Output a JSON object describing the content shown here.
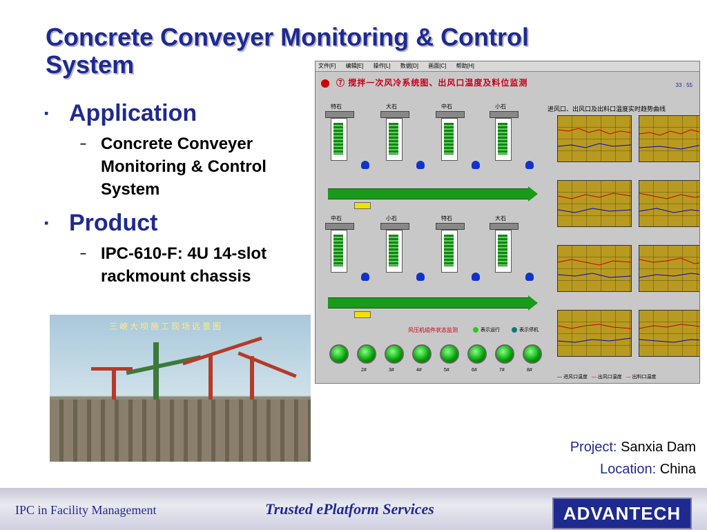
{
  "slide": {
    "title": "Concrete Conveyer Monitoring & Control System",
    "sections": [
      {
        "heading": "Application",
        "items": [
          "Concrete Conveyer Monitoring & Control System"
        ]
      },
      {
        "heading": "Product",
        "items": [
          "IPC-610-F: 4U 14-slot rackmount chassis"
        ]
      }
    ]
  },
  "scada": {
    "menu": [
      "文件[F]",
      "编辑[E]",
      "操作[L]",
      "数据[D]",
      "画面[C]",
      "帮助[H]"
    ],
    "caption": "⑦ 搅拌一次风冷系统图、出风口温度及料位监测",
    "clock": "33 : 55",
    "trend_title": "进风口、出风口及出料口温度实时趋势曲线",
    "silo_labels_top": [
      "特石",
      "大石",
      "中石",
      "小石"
    ],
    "silo_labels_bottom": [
      "中石",
      "小石",
      "特石",
      "大石"
    ],
    "status_title": "风压机组件状态监测",
    "status_keys": [
      "表示运行",
      "表示停机"
    ],
    "status_colors": {
      "run": "#22cc22",
      "stop": "#117777"
    },
    "machine_labels": [
      "2#",
      "3#",
      "4#",
      "5#",
      "6#",
      "7#",
      "8#"
    ],
    "legend": [
      "进风口温度",
      "出风口温度",
      "出料口温度"
    ]
  },
  "photo": {
    "caption": "三峡大坝施工现场远景图"
  },
  "project": {
    "project_key": "Project:",
    "project_value": "Sanxia Dam",
    "location_key": "Location:",
    "location_value": "China"
  },
  "footer": {
    "left": "IPC in Facility Management",
    "middle": "Trusted ePlatform Services",
    "logo": "ADVANTECH"
  },
  "colors": {
    "title": "#1f2a8f",
    "belt": "#1a9a1a",
    "alarm": "#d00000"
  }
}
